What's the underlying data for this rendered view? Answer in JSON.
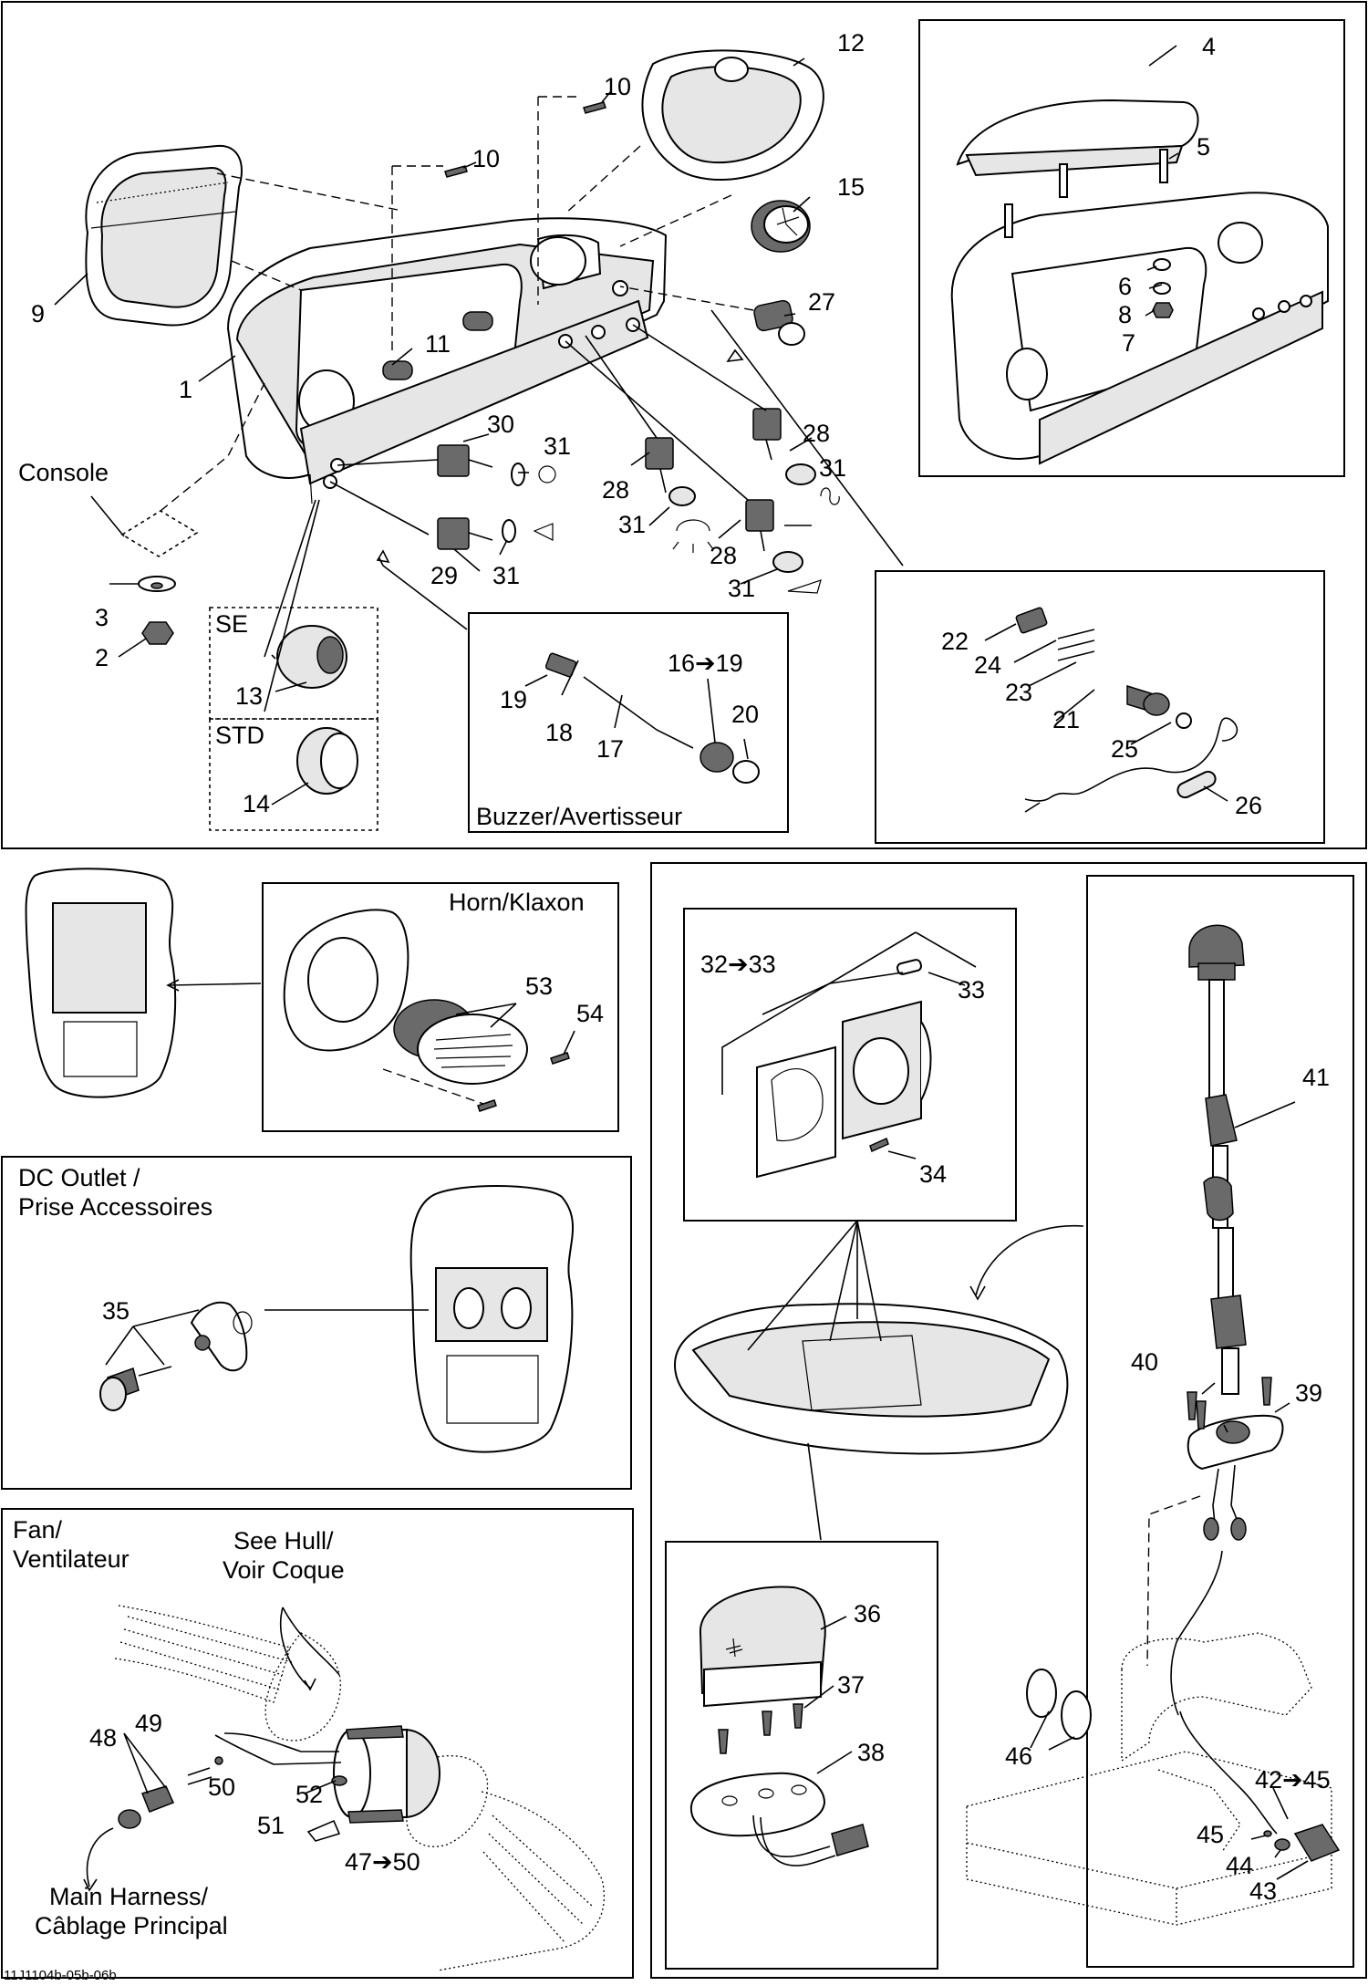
{
  "figure_code": "11J1104b-05b-06b",
  "labels": {
    "console": "Console",
    "se": "SE",
    "std": "STD",
    "buzzer": "Buzzer/Avertisseur",
    "horn": "Horn/Klaxon",
    "dc_outlet_1": "DC Outlet /",
    "dc_outlet_2": "Prise Accessoires",
    "fan_1": "Fan/",
    "fan_2": "Ventilateur",
    "see_hull_1": "See Hull/",
    "see_hull_2": "Voir Coque",
    "main_harness_1": "Main Harness/",
    "main_harness_2": "Câblage Principal"
  },
  "callouts": {
    "c1": "1",
    "c2": "2",
    "c3": "3",
    "c4": "4",
    "c5": "5",
    "c6": "6",
    "c7": "7",
    "c8": "8",
    "c9": "9",
    "c10a": "10",
    "c10b": "10",
    "c11": "11",
    "c12": "12",
    "c13": "13",
    "c14": "14",
    "c15": "15",
    "c16_19": "16➔19",
    "c17": "17",
    "c18": "18",
    "c19": "19",
    "c20": "20",
    "c21": "21",
    "c22": "22",
    "c23": "23",
    "c24": "24",
    "c25": "25",
    "c26": "26",
    "c27": "27",
    "c28a": "28",
    "c28b": "28",
    "c28c": "28",
    "c29": "29",
    "c30": "30",
    "c31a": "31",
    "c31b": "31",
    "c31c": "31",
    "c31d": "31",
    "c31e": "31",
    "c32_33": "32➔33",
    "c33": "33",
    "c34": "34",
    "c35": "35",
    "c36": "36",
    "c37": "37",
    "c38": "38",
    "c39": "39",
    "c40": "40",
    "c41": "41",
    "c42_45": "42➔45",
    "c43": "43",
    "c44": "44",
    "c45": "45",
    "c46": "46",
    "c47_50": "47➔50",
    "c48": "48",
    "c49": "49",
    "c50": "50",
    "c51": "51",
    "c52": "52",
    "c53": "53",
    "c54": "54"
  }
}
